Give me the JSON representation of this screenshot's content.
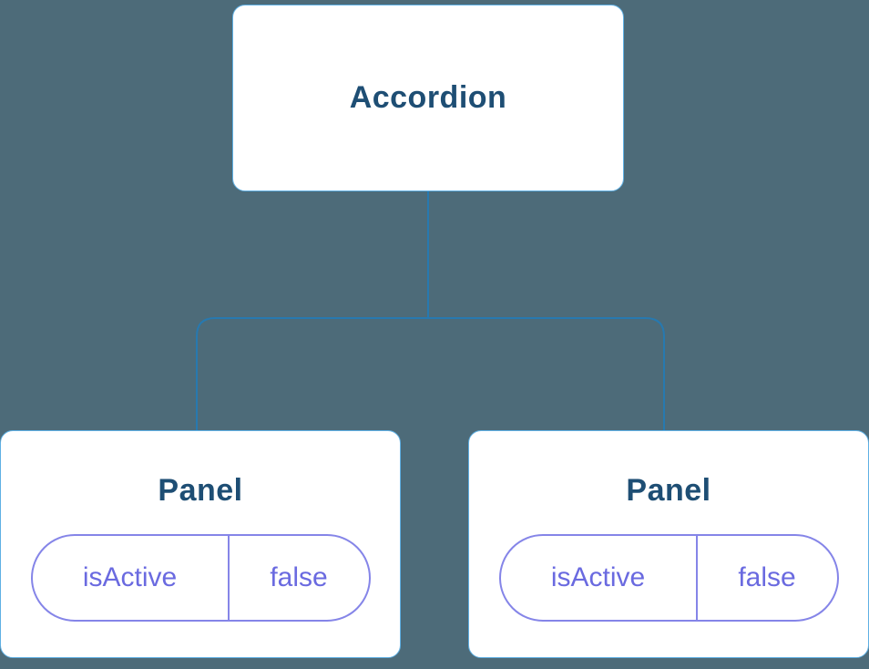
{
  "colors": {
    "background": "#4d6b79",
    "node_fill": "#ffffff",
    "node_border": "#5fb0e4",
    "connector_line": "#2779b0",
    "node_text": "#1e4e74",
    "state_accent": "#6a6ae0",
    "state_border": "#8585e8"
  },
  "tree": {
    "root": {
      "label": "Accordion"
    },
    "children": [
      {
        "label": "Panel",
        "state": {
          "key": "isActive",
          "value": "false"
        }
      },
      {
        "label": "Panel",
        "state": {
          "key": "isActive",
          "value": "false"
        }
      }
    ]
  }
}
